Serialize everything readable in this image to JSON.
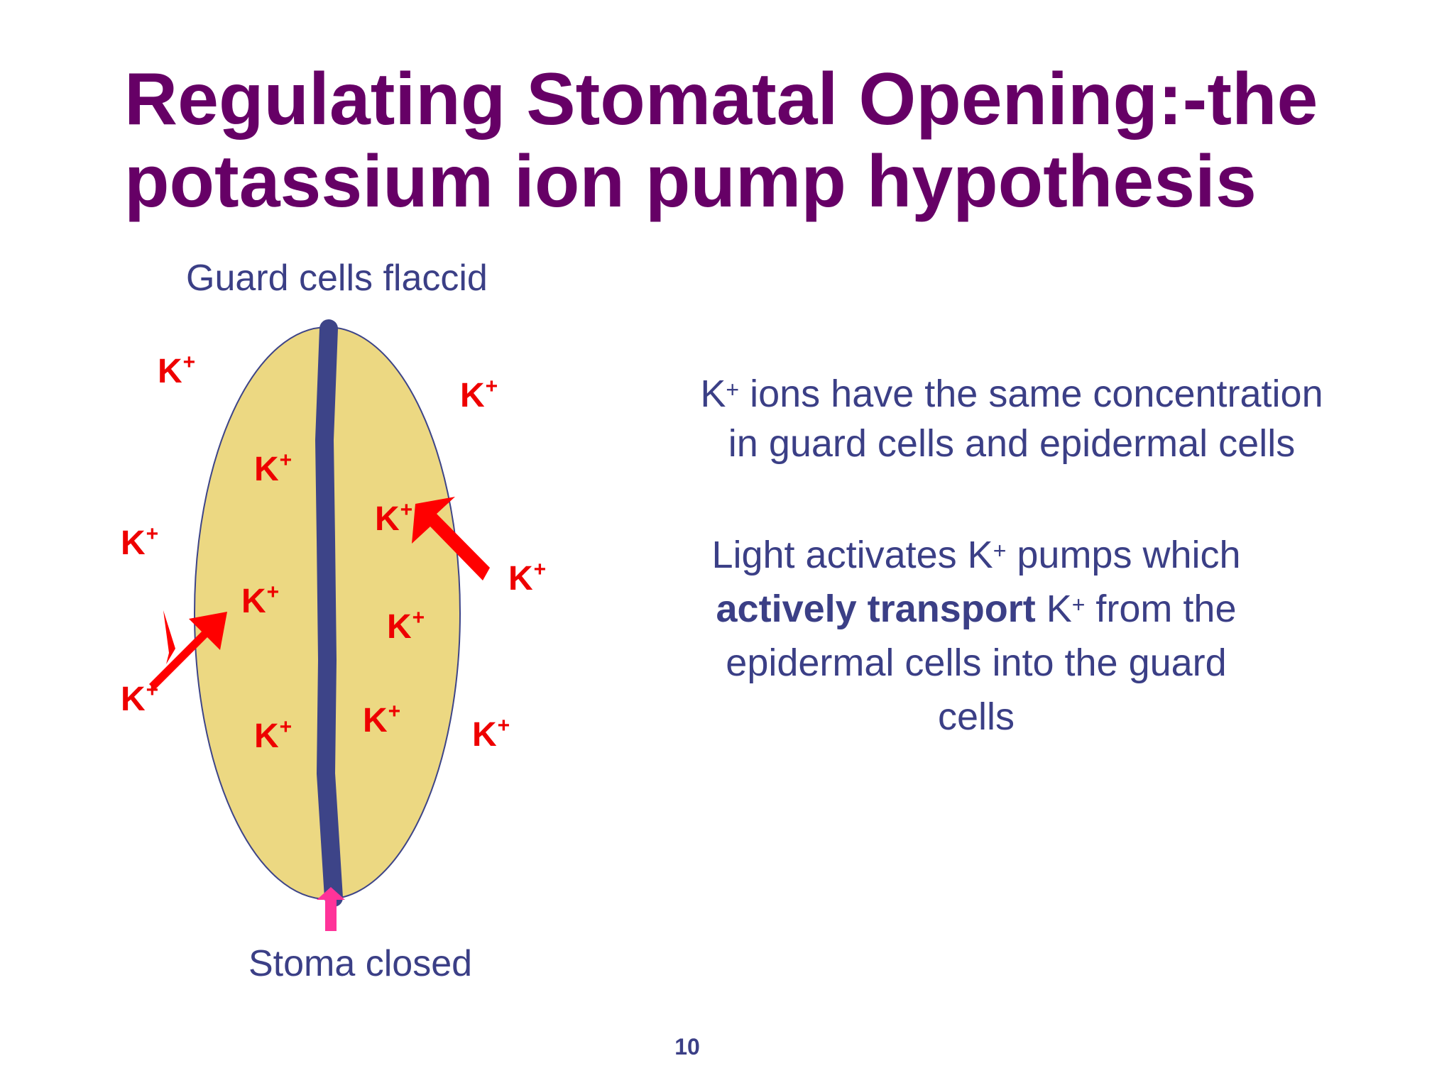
{
  "title": {
    "line1": "Regulating Stomatal Opening:-the",
    "line2": "potassium ion pump hypothesis"
  },
  "diagram": {
    "top_label": "Guard cells flaccid",
    "bottom_label": "Stoma closed",
    "ion_symbol": "K",
    "ion_charge": "+",
    "colors": {
      "guard_cell": "#ecd882",
      "pore": "#3d4488",
      "pump_arrow": "#ff0000",
      "stoma_arrow": "#ff3399",
      "ion_text": "#ee0000"
    }
  },
  "text_blocks": {
    "block1": {
      "line1_post": " ions have the same concentration",
      "line2": "in guard cells and epidermal cells"
    },
    "block2": {
      "line1_pre": "Light activates K",
      "line1_post": " pumps which",
      "line2_bold": "actively transport",
      "line2_post": " K",
      "line2_post2": " from the",
      "line3": "epidermal cells into the guard",
      "line4": "cells"
    }
  },
  "slide_number": "10"
}
